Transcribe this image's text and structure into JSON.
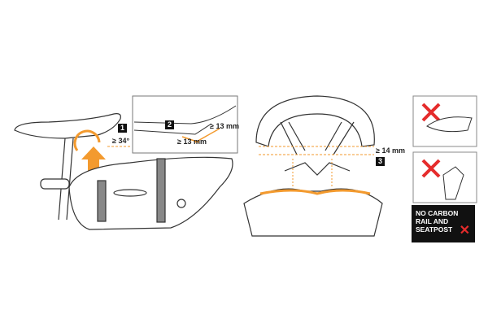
{
  "colors": {
    "accent": "#f39a2e",
    "line": "#333333",
    "cross": "#e52b2b",
    "badge": "#111111"
  },
  "step1": {
    "number": "1",
    "angle": "≥ 34°"
  },
  "step2": {
    "number": "2",
    "horizontal": "≥ 13 mm",
    "vertical": "≥ 13 mm"
  },
  "step3": {
    "number": "3",
    "width": "≥ 14 mm"
  },
  "warning": {
    "line1": "NO CARBON",
    "line2": "RAIL AND",
    "line3": "SEATPOST",
    "mark": "✕"
  }
}
